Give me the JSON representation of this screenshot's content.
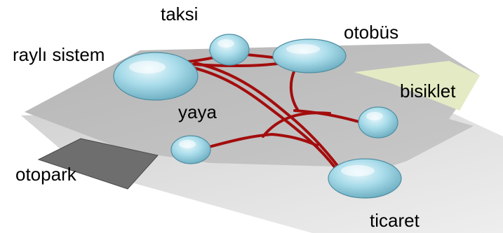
{
  "diagram": {
    "labels": {
      "rayli_sistem": "raylı sistem",
      "taksi": "taksi",
      "otobus": "otobüs",
      "bisiklet": "bisiklet",
      "yaya": "yaya",
      "otopark": "otopark",
      "ticaret": "ticaret"
    },
    "colors": {
      "plane_light": "#e0e0e0",
      "plane_mid": "#c0c0c0",
      "parking": "#6e6e6e",
      "bike_zone": "#e4ebc4",
      "node_fill": "#9fd6e6",
      "link": "#a30d0d"
    }
  }
}
